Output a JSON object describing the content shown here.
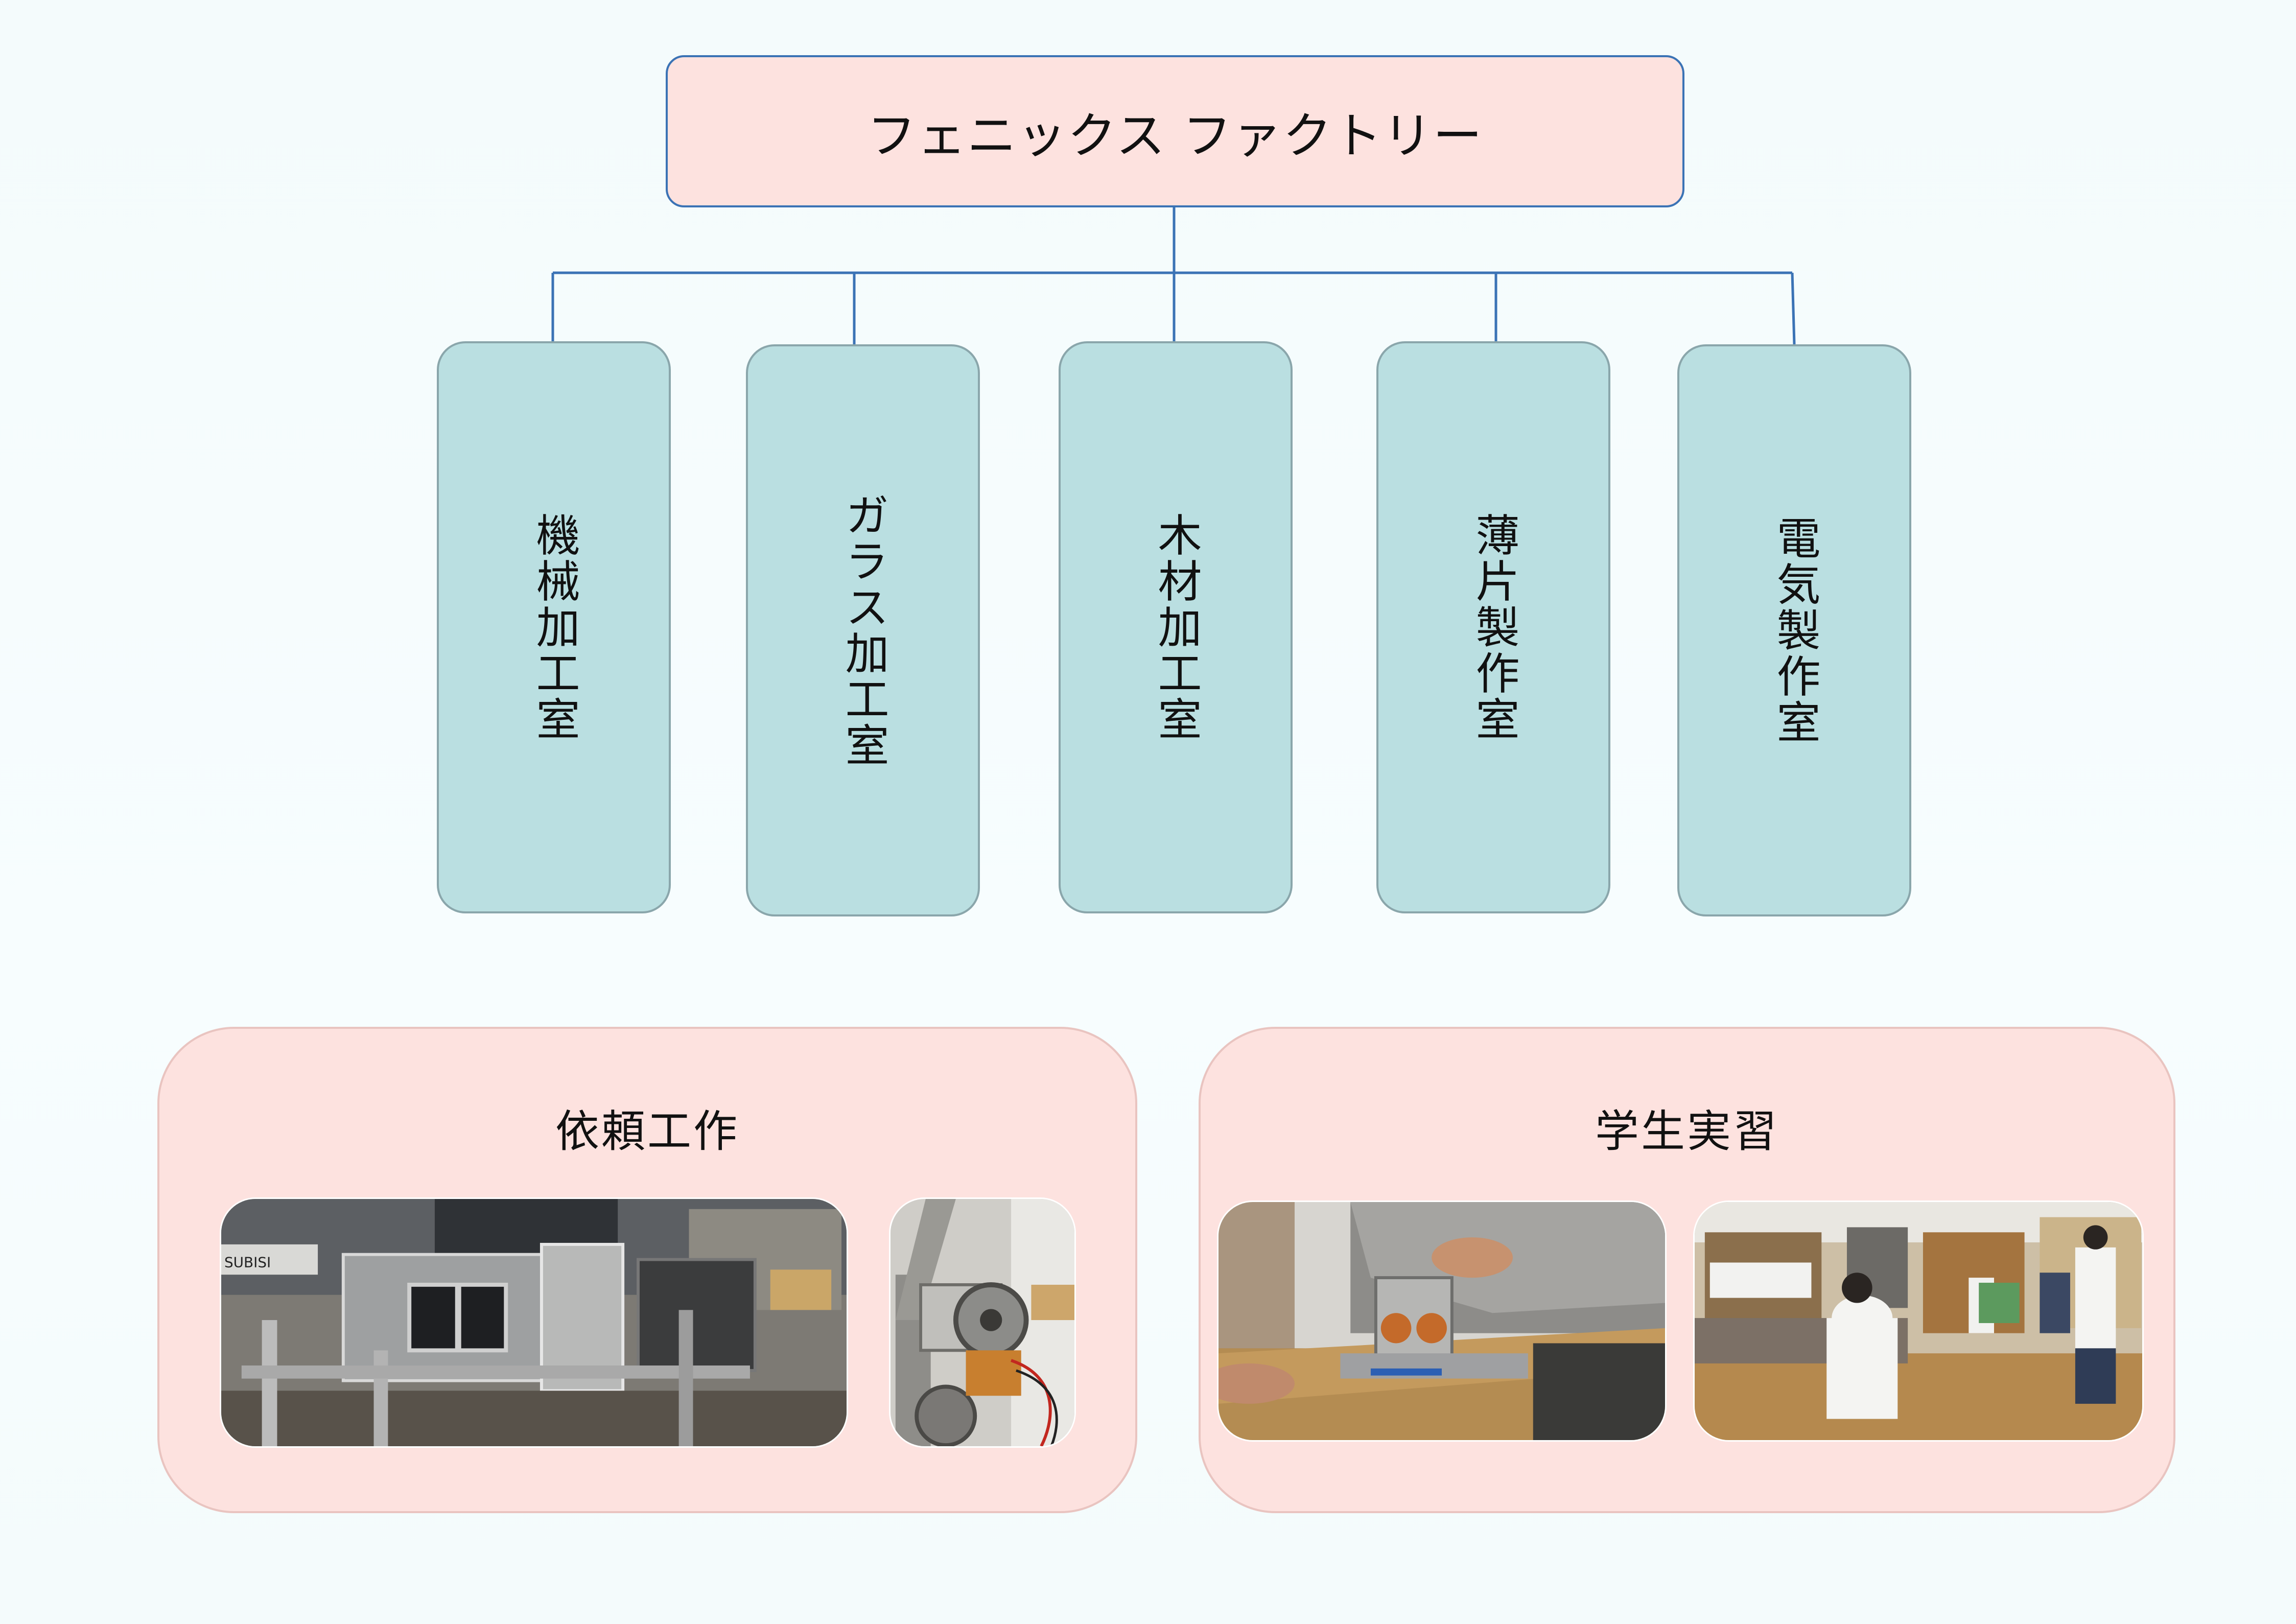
{
  "root": {
    "label": "フェニックス ファクトリー"
  },
  "rooms": [
    {
      "label": "機械加工室"
    },
    {
      "label": "ガラス加工室"
    },
    {
      "label": "木材加工室"
    },
    {
      "label": "薄片製作室"
    },
    {
      "label": "電気製作室"
    }
  ],
  "panels": {
    "request_work": {
      "title": "依頼工作"
    },
    "student_practice": {
      "title": "学生実習"
    }
  },
  "colors": {
    "root_fill": "#fde2df",
    "root_border": "#3b73b5",
    "room_fill": "#badfe1",
    "panel_fill": "#fde2df",
    "connector": "#3b73b5"
  }
}
